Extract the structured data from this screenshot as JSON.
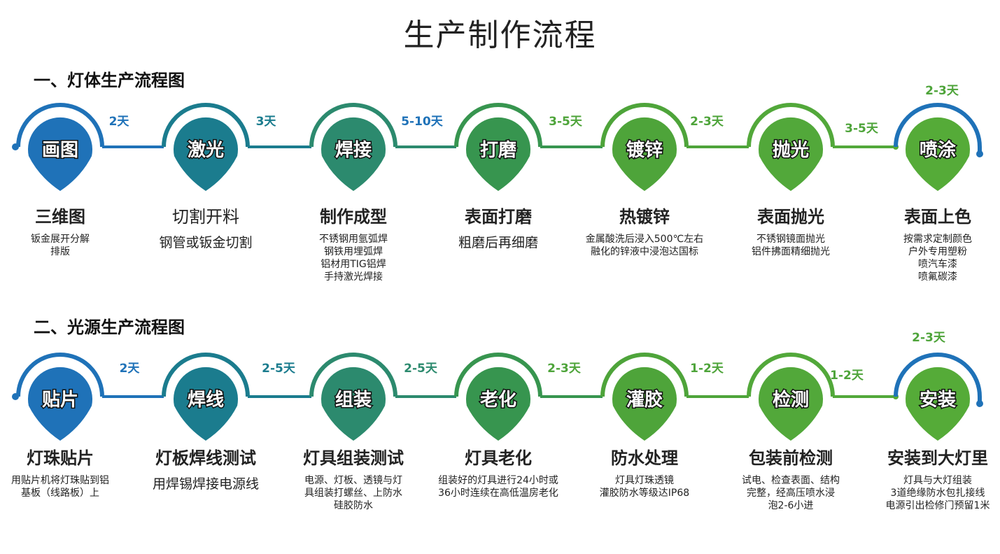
{
  "title": "生产制作流程",
  "section1": {
    "title": "一、灯体生产流程图",
    "durations": [
      "2天",
      "3天",
      "5-10天",
      "3-5天",
      "2-3天",
      "3-5天",
      "2-3天"
    ],
    "steps": [
      {
        "pin": "画图",
        "head": "三维图",
        "desc": "钣金展开分解\n排版",
        "color": "#1f72b8"
      },
      {
        "pin": "激光",
        "head": "切割开料",
        "desc": "钢管或钣金切割",
        "color": "#1b7c8e"
      },
      {
        "pin": "焊接",
        "head": "制作成型",
        "desc": "不锈钢用氩弧焊\n钢铁用埋弧焊\n铝材用TIG铝焊\n手持激光焊接",
        "color": "#2c8a6e"
      },
      {
        "pin": "打磨",
        "head": "表面打磨",
        "desc": "粗磨后再细磨",
        "color": "#37954f"
      },
      {
        "pin": "镀锌",
        "head": "热镀锌",
        "desc": "金属酸洗后浸入500℃左右\n融化的锌液中浸泡达国标",
        "color": "#4ea43a"
      },
      {
        "pin": "抛光",
        "head": "表面抛光",
        "desc": "不锈钢镜面抛光\n铝件拂面精细抛光",
        "color": "#52a83a"
      },
      {
        "pin": "喷涂",
        "head": "表面上色",
        "desc": "按需求定制颜色\n户外专用塑粉\n喷汽车漆\n喷氟碳漆",
        "color": "#55ab38"
      }
    ]
  },
  "section2": {
    "title": "二、光源生产流程图",
    "durations": [
      "2天",
      "2-5天",
      "2-5天",
      "2-3天",
      "1-2天",
      "1-2天",
      "2-3天"
    ],
    "steps": [
      {
        "pin": "贴片",
        "head": "灯珠贴片",
        "desc": "用贴片机将灯珠贴到铝\n基板（线路板）上",
        "color": "#1f72b8"
      },
      {
        "pin": "焊线",
        "head": "灯板焊线测试",
        "desc": "用焊锡焊接电源线",
        "color": "#1b7c8e"
      },
      {
        "pin": "组装",
        "head": "灯具组装测试",
        "desc": "电源、灯板、透镜与灯\n具组装打螺丝、上防水\n硅胶防水",
        "color": "#2c8a6e"
      },
      {
        "pin": "老化",
        "head": "灯具老化",
        "desc": "组装好的灯具进行24小时或\n36小时连续在高低温房老化",
        "color": "#37954f"
      },
      {
        "pin": "灌胶",
        "head": "防水处理",
        "desc": "灯具灯珠透镜\n灌胶防水等级达IP68",
        "color": "#4ea43a"
      },
      {
        "pin": "检测",
        "head": "包装前检测",
        "desc": "试电、检查表面、结构\n完整，经高压喷水浸\n泡2-6小进",
        "color": "#52a83a"
      },
      {
        "pin": "安装",
        "head": "安装到大灯里",
        "desc": "灯具与大灯组装\n3道绝缘防水包扎接线\n电源引出检修门预留1米",
        "color": "#55ab38"
      }
    ]
  }
}
